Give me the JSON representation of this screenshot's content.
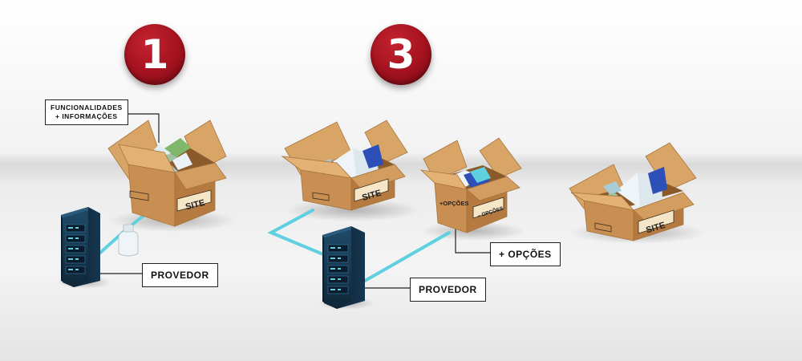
{
  "badges": {
    "step_one": "1",
    "step_three": "3"
  },
  "labels": {
    "functions_line1": "FUNCIONALIDADES",
    "functions_line2": "+ INFORMAÇÕES",
    "provider_left": "PROVEDOR",
    "provider_middle": "PROVEDOR",
    "options": "+ OPÇÕES"
  },
  "box_text": {
    "site": "SITE",
    "options_box": "+OPÇÕES",
    "options_box_side": "– OPÇÕES"
  },
  "colors": {
    "badge": "#a3121f",
    "cardboard": "#c98f52",
    "connection_line": "#5fd0e0",
    "server": "#17344b"
  }
}
